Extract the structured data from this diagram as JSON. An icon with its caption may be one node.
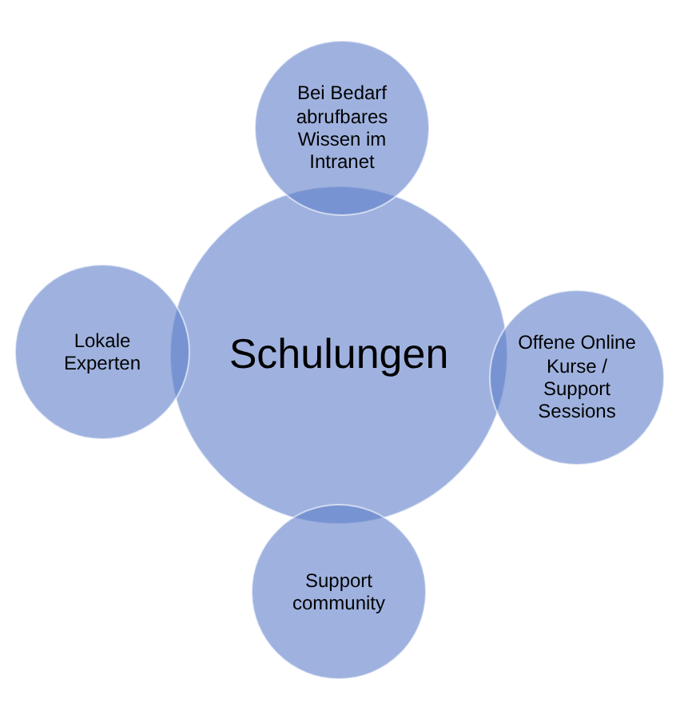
{
  "diagram": {
    "nodes": [
      {
        "text": [
          "Schulungen"
        ]
      },
      {
        "text": [
          "Bei Bedarf abrufbares Wissen im Intranet"
        ]
      },
      {
        "text": [
          "Lokale Experten"
        ]
      },
      {
        "text": [
          "Offene Online Kurse / Support Sessions"
        ]
      },
      {
        "text": [
          "Support community"
        ]
      }
    ]
  }
}
